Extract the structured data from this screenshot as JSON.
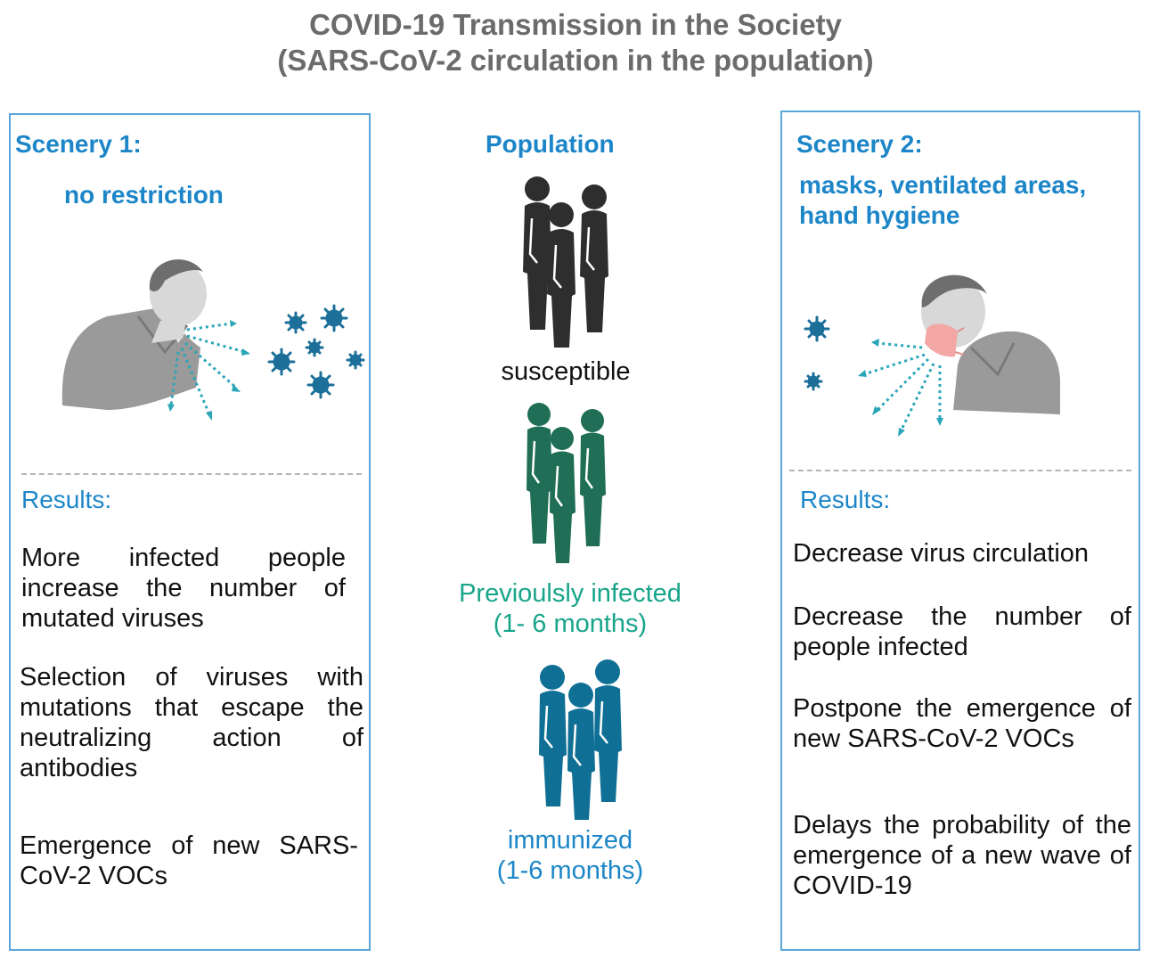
{
  "title": {
    "line1": "COVID-19 Transmission in the Society",
    "line2": "(SARS-CoV-2 circulation in the population)"
  },
  "left_panel": {
    "heading": "Scenery 1:",
    "subheading": "no restriction",
    "results_label": "Results:",
    "results": [
      "More infected people increase the number of mutated viruses",
      "Selection of viruses with mutations that escape the neutralizing action of antibodies",
      "Emergence of new SARS-CoV-2 VOCs"
    ]
  },
  "center": {
    "heading": "Population",
    "groups": [
      {
        "label": "susceptible",
        "label2": "",
        "color": "#2e2e2e",
        "text_color": "#111111"
      },
      {
        "label": "Previoulsly infected",
        "label2": "(1- 6 months)",
        "color": "#1f6e55",
        "text_color": "#18a58a"
      },
      {
        "label": "immunized",
        "label2": "(1-6 months)",
        "color": "#0f6f95",
        "text_color": "#1c86c8"
      }
    ]
  },
  "right_panel": {
    "heading": "Scenery 2:",
    "subheading_line1": "masks, ventilated areas,",
    "subheading_line2": "hand hygiene",
    "results_label": "Results:",
    "results": [
      "Decrease virus circulation",
      "Decrease the number of people infected",
      "Postpone the emergence of new SARS-CoV-2 VOCs",
      "Delays the probability of the emergence of a new wave of COVID-19"
    ]
  },
  "colors": {
    "accent_blue": "#1c86c8",
    "panel_border": "#5aa7dc",
    "virus": "#1c6f99",
    "droplet": "#2aa6b8",
    "mask": "#f2a7a5",
    "person_gray": "#8e8e8e"
  }
}
